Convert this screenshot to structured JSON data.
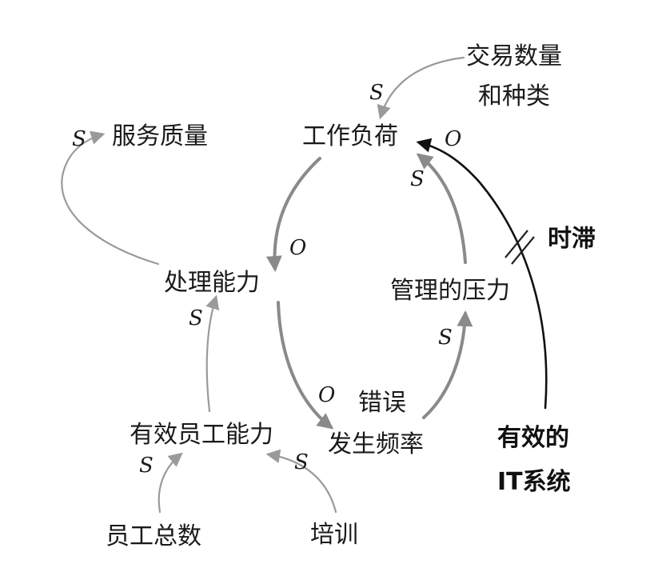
{
  "nodes": {
    "volume": [
      "交易数量",
      "和种类"
    ],
    "workload": "工作负荷",
    "service_quality": "服务质量",
    "capacity": "处理能力",
    "mgmt_pressure": "管理的压力",
    "error_rate": [
      "错误",
      "发生频率"
    ],
    "effective_staff": "有效员工能力",
    "effective_it": [
      "有效的",
      "IT系统"
    ],
    "total_staff": "员工总数",
    "training": "培训"
  },
  "polarity": {
    "volume_to_workload": "S",
    "it_to_workload": "O",
    "workload_to_capacity": "O",
    "capacity_to_quality": "S",
    "pressure_to_workload": "S",
    "capacity_to_errors": "O",
    "errors_to_pressure": "S",
    "staff_to_capacity": "S",
    "total_to_staff": "S",
    "training_to_staff": "S"
  },
  "delay_label": "时滞",
  "colors": {
    "grey_edge": "#8a8a8a",
    "thin_edge": "#9a9a9a",
    "black_edge": "#111111"
  }
}
